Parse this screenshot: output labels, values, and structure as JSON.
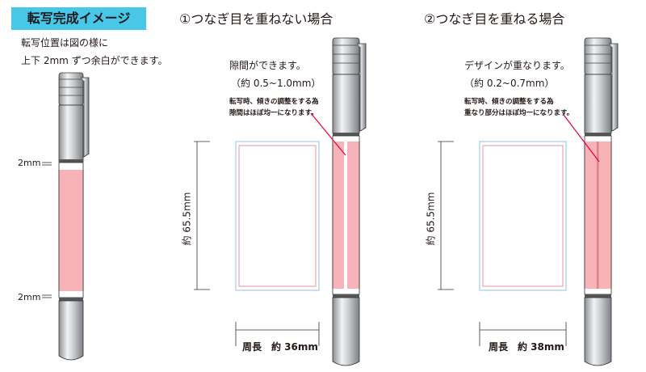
{
  "badge": "転写完成イメージ",
  "intro": {
    "line1": "転写位置は図の様に",
    "line2": "上下 2mm ずつ余白ができます。"
  },
  "margin_top_label": "2mm",
  "margin_bottom_label": "2mm",
  "section1": {
    "title": "①つなぎ目を重ねない場合",
    "callout_line1": "隙間ができます。",
    "callout_line2": "（約 0.5~1.0mm）",
    "small_line1": "転写時、傾きの調整をする為",
    "small_line2": "隙間はほぼ均一になります。",
    "height_label": "約 65.5mm",
    "width_label": "周長　約 36mm"
  },
  "section2": {
    "title": "②つなぎ目を重ねる場合",
    "callout_line1": "デザインが重なります。",
    "callout_line2": "（約 0.2~0.7mm）",
    "small_line1": "転写時、傾きの調整をする為",
    "small_line2": "重なり部分はほぼ均一になります。",
    "height_label": "約 65.5mm",
    "width_label": "周長　約 38mm"
  },
  "colors": {
    "accent": "#49c7e8",
    "print_area": "#f8b3b8",
    "callout_line": "#e60033"
  },
  "icons": [
    "pen-icon"
  ]
}
